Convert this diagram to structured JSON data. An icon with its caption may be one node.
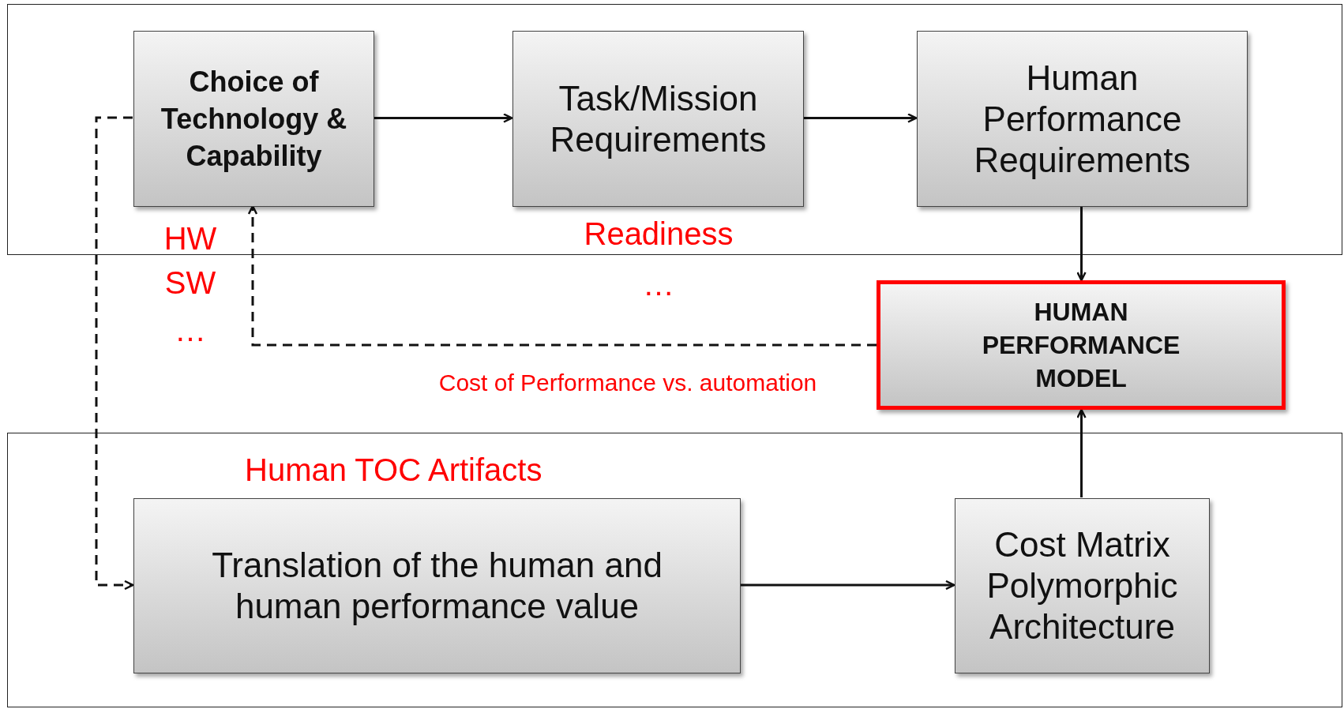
{
  "diagram": {
    "nodes": [
      {
        "text": [],
        "shape": "box"
      },
      {
        "text": [
          "Choice of Technology & Capability"
        ],
        "in": 0
      },
      {
        "text": [
          "Task/Mission Requirements"
        ],
        "in": 0
      },
      {
        "text": [
          "Human Performance Requirements"
        ],
        "in": 0
      },
      {
        "text": [
          "HUMAN PERFORMANCE MODEL"
        ]
      },
      {
        "text": [
          "Human TOC Artifacts"
        ]
      },
      {
        "text": [
          "Translation of the human and human performance value"
        ],
        "in": 5
      },
      {
        "text": [
          "Cost Matrix Polymorphic Architecture"
        ],
        "in": 5
      }
    ],
    "edges": [
      {
        "from": 1,
        "to": 2,
        "arrow": "to"
      },
      {
        "from": 2,
        "to": 3,
        "arrow": "to"
      },
      {
        "from": 3,
        "to": 4,
        "arrow": "to"
      },
      {
        "from": 7,
        "to": 4,
        "arrow": "to"
      },
      {
        "from": 6,
        "to": 7,
        "arrow": "to"
      },
      {
        "from": 4,
        "to": 1,
        "arrow": "to",
        "style": "dashed"
      },
      {
        "from": 1,
        "to": 6,
        "arrow": "to",
        "style": "dashed"
      }
    ],
    "labels": [
      "HW",
      "SW",
      "…",
      "Readiness",
      "…",
      "Cost of Performance vs. automation"
    ]
  }
}
